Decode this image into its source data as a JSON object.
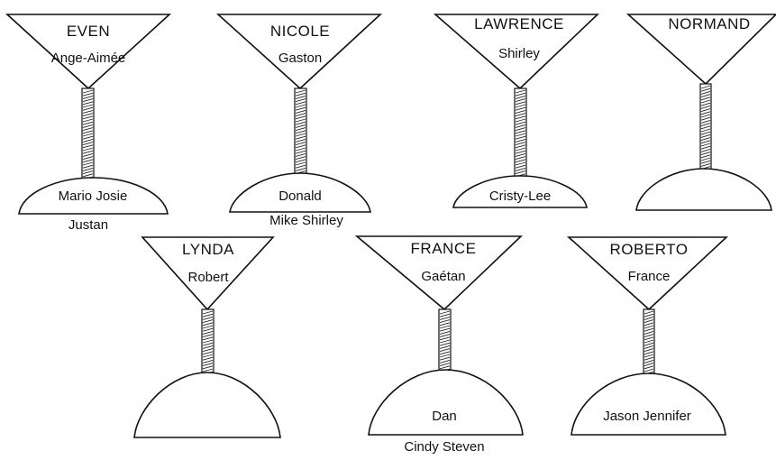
{
  "glasses": [
    {
      "name": "EVEN",
      "partner": "Ange-Aimée",
      "children_in_base": "Mario  Josie",
      "children_below": "Justan"
    },
    {
      "name": "NICOLE",
      "partner": "Gaston",
      "children_in_base": "Donald",
      "children_below": "Mike Shirley"
    },
    {
      "name": "LAWRENCE",
      "partner": "Shirley",
      "children_in_base": "Cristy-Lee",
      "children_below": ""
    },
    {
      "name": "NORMAND",
      "partner": "",
      "children_in_base": "",
      "children_below": ""
    },
    {
      "name": "LYNDA",
      "partner": "Robert",
      "children_in_base": "",
      "children_below": ""
    },
    {
      "name": "FRANCE",
      "partner": "Gaétan",
      "children_in_base": "Dan",
      "children_below": "Cindy Steven"
    },
    {
      "name": "ROBERTO",
      "partner": "France",
      "children_in_base": "Jason Jennifer",
      "children_below": ""
    }
  ]
}
